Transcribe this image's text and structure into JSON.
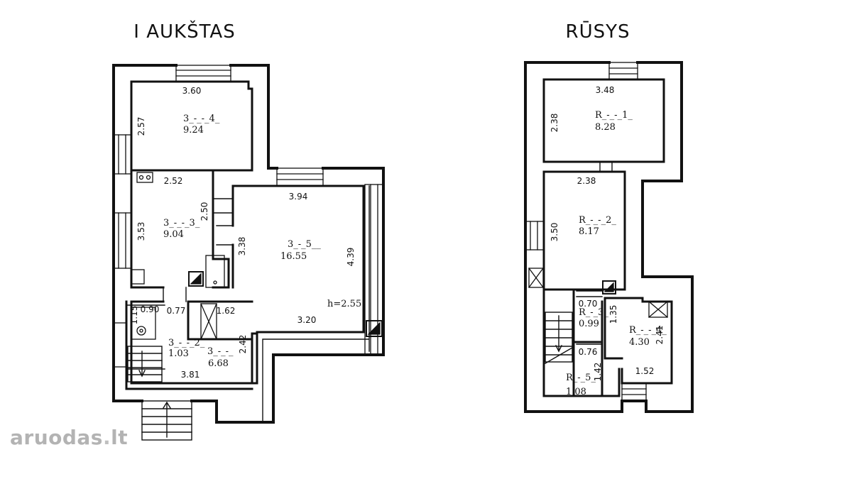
{
  "plans": {
    "ground": {
      "title": "I AUKŠTAS",
      "rooms": [
        {
          "code": "3_-_-_4_",
          "area": "9.24"
        },
        {
          "code": "3_-_-_3_",
          "area": "9.04"
        },
        {
          "code": "3_-_5__",
          "area": "16.55"
        },
        {
          "code": "3_-_-_2_",
          "area": "1.03"
        },
        {
          "code": "3_-_-_",
          "area": "6.68"
        }
      ],
      "dims": [
        "3.60",
        "2.57",
        "2.52",
        "2.50",
        "3.53",
        "3.94",
        "3.38",
        "4.39",
        "3.20",
        "0.90",
        "0.77",
        "1.62",
        "1.15",
        "2.42",
        "3.81"
      ],
      "height": "h=2.55"
    },
    "basement": {
      "title": "RŪSYS",
      "rooms": [
        {
          "code": "R_-_-_1_",
          "area": "8.28"
        },
        {
          "code": "R_-_-_2_",
          "area": "8.17"
        },
        {
          "code": "R_-_3_",
          "area": "0.99"
        },
        {
          "code": "R_-_-_4_",
          "area": "4.30"
        },
        {
          "code": "R_-_5_",
          "area": "1.08"
        }
      ],
      "dims": [
        "3.48",
        "2.38",
        "2.38",
        "3.50",
        "0.70",
        "1.35",
        "2.41",
        "0.76",
        "1.42",
        "1.52"
      ]
    }
  },
  "watermark": {
    "brand": "aruodas",
    "dot": ".",
    "tld": "lt"
  }
}
